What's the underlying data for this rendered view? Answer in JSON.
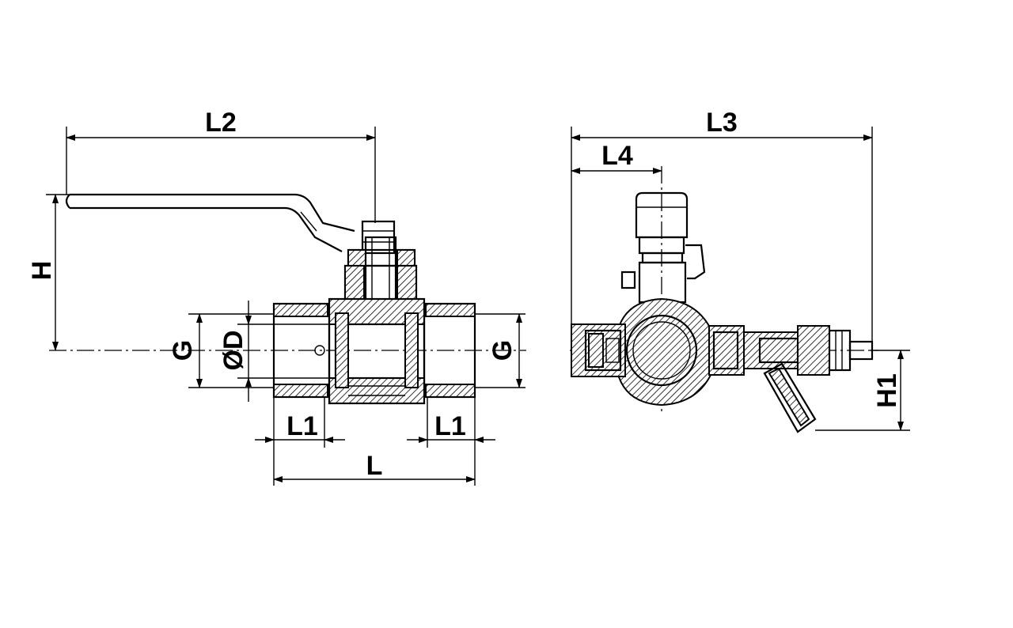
{
  "labels": {
    "l2": "L2",
    "h": "H",
    "g_left": "G",
    "d": "ØD",
    "g_right": "G",
    "l1_left": "L1",
    "l1_right": "L1",
    "l": "L",
    "l3": "L3",
    "l4": "L4",
    "h1": "H1"
  }
}
